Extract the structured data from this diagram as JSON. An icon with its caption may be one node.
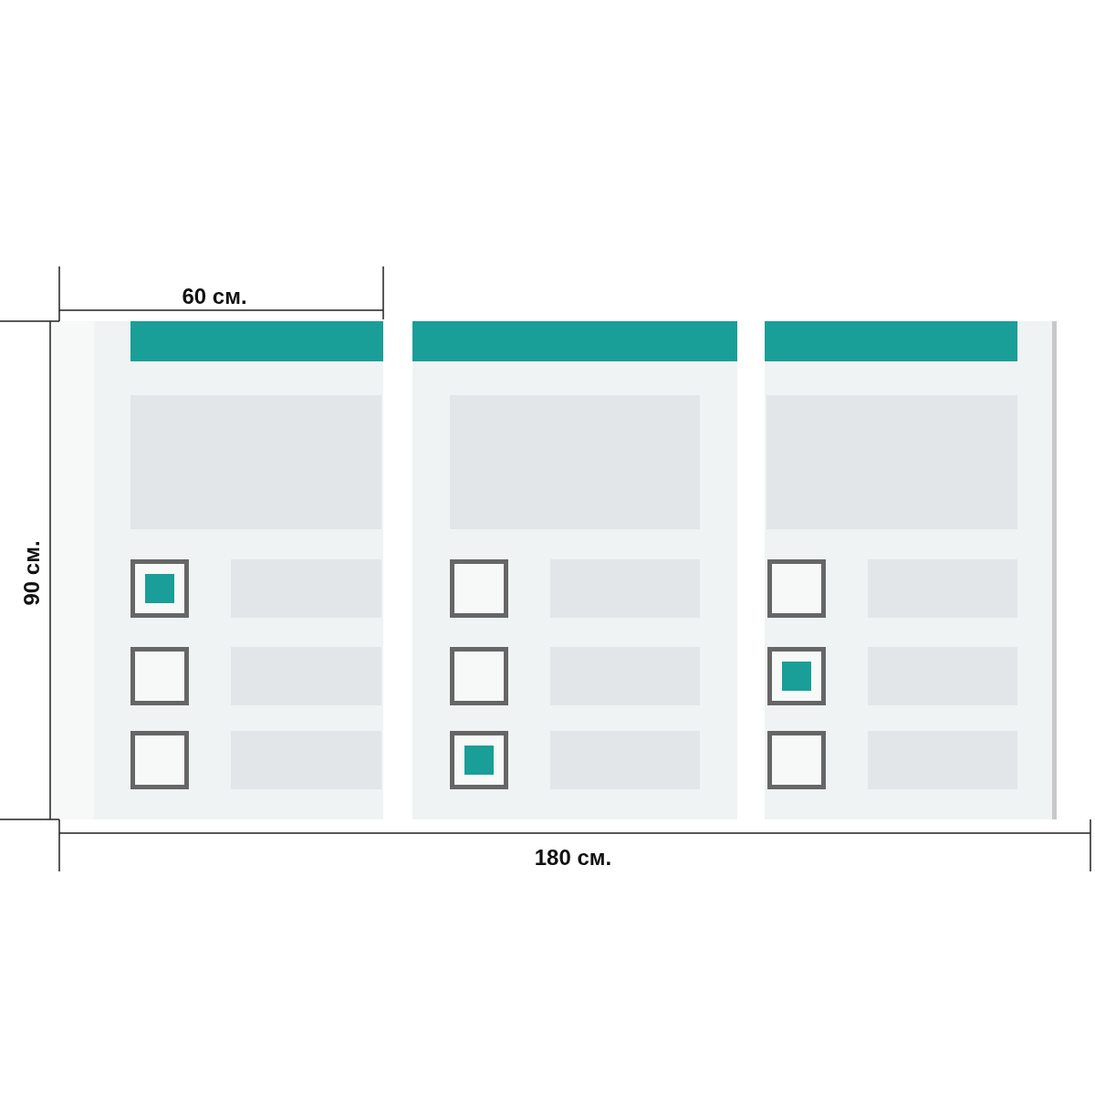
{
  "diagram": {
    "labels": [
      "60 см.",
      "90 см.",
      "180 см."
    ]
  }
}
